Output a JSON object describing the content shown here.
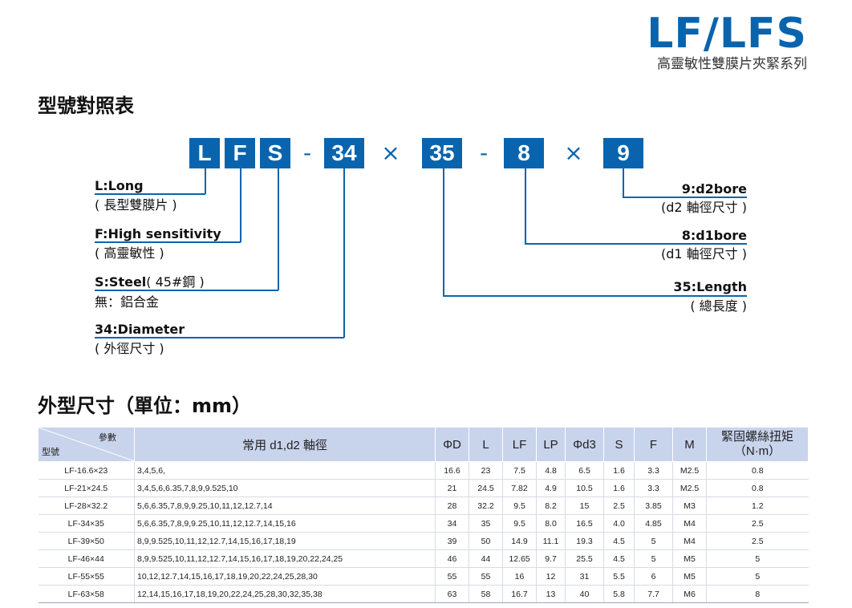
{
  "brand": {
    "title": "LF/LFS",
    "subtitle": "高靈敏性雙膜片夾緊系列"
  },
  "model_section": {
    "title": "型號對照表"
  },
  "code": {
    "L": "L",
    "F": "F",
    "S": "S",
    "dash1": "-",
    "diameter": "34",
    "times1": "×",
    "length": "35",
    "dash2": "-",
    "d1": "8",
    "times2": "×",
    "d2": "9"
  },
  "labels": {
    "L": {
      "main": "L:Long",
      "sub": "( 長型雙膜片 )"
    },
    "F": {
      "main": "F:High sensitivity",
      "sub": "( 高靈敏性 )"
    },
    "S": {
      "main": "S:Steel",
      "main_extra": "( 45#鋼 )",
      "sub": "無：鋁合金"
    },
    "dia": {
      "main": "34:Diameter",
      "sub": "( 外徑尺寸 )"
    },
    "d2": {
      "main": "9:d2bore",
      "sub": "(d2 軸徑尺寸 )"
    },
    "d1": {
      "main": "8:d1bore",
      "sub": "(d1 軸徑尺寸 )"
    },
    "len": {
      "main": "35:Length",
      "sub": "( 總長度 )"
    }
  },
  "dim_section": {
    "title": "外型尺寸（單位：mm）"
  },
  "table": {
    "corner_top": "參數",
    "corner_bottom": "型號",
    "headers": [
      "常用 d1,d2 軸徑",
      "ΦD",
      "L",
      "LF",
      "LP",
      "Φd3",
      "S",
      "F",
      "M",
      "緊固螺絲扭矩\n（N·m）"
    ],
    "rows": [
      [
        "LF-16.6×23",
        "3,4,5,6,",
        "16.6",
        "23",
        "7.5",
        "4.8",
        "6.5",
        "1.6",
        "3.3",
        "M2.5",
        "0.8"
      ],
      [
        "LF-21×24.5",
        "3,4,5,6,6.35,7,8,9,9.525,10",
        "21",
        "24.5",
        "7.82",
        "4.9",
        "10.5",
        "1.6",
        "3.3",
        "M2.5",
        "0.8"
      ],
      [
        "LF-28×32.2",
        "5,6,6.35,7,8,9,9.25,10,11,12,12.7,14",
        "28",
        "32.2",
        "9.5",
        "8.2",
        "15",
        "2.5",
        "3.85",
        "M3",
        "1.2"
      ],
      [
        "LF-34×35",
        "5,6,6.35,7,8,9,9.25,10,11,12,12.7,14,15,16",
        "34",
        "35",
        "9.5",
        "8.0",
        "16.5",
        "4.0",
        "4.85",
        "M4",
        "2.5"
      ],
      [
        "LF-39×50",
        "8,9,9.525,10,11,12,12.7,14,15,16,17,18,19",
        "39",
        "50",
        "14.9",
        "11.1",
        "19.3",
        "4.5",
        "5",
        "M4",
        "2.5"
      ],
      [
        "LF-46×44",
        "8,9,9.525,10,11,12,12.7,14,15,16,17,18,19,20,22,24,25",
        "46",
        "44",
        "12.65",
        "9.7",
        "25.5",
        "4.5",
        "5",
        "M5",
        "5"
      ],
      [
        "LF-55×55",
        "10,12,12.7,14,15,16,17,18,19,20,22,24,25,28,30",
        "55",
        "55",
        "16",
        "12",
        "31",
        "5.5",
        "6",
        "M5",
        "5"
      ],
      [
        "LF-63×58",
        "12,14,15,16,17,18,19,20,22,24,25,28,30,32,35,38",
        "63",
        "58",
        "16.7",
        "13",
        "40",
        "5.8",
        "7.7",
        "M6",
        "8"
      ]
    ]
  },
  "colors": {
    "accent": "#0a64ad",
    "header_bg": "#c8d3ec"
  }
}
